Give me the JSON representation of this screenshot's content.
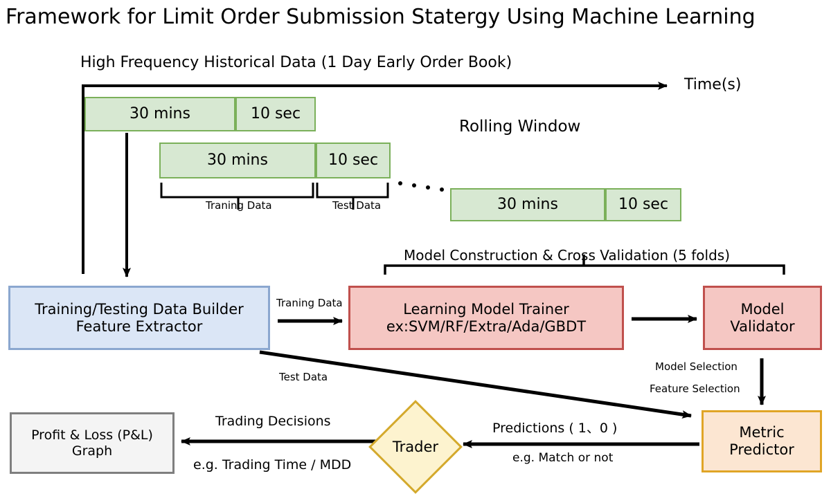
{
  "title": "Framework for Limit Order Submission Statergy Using Machine Learning",
  "timeline": {
    "data_source_label": "High Frequency Historical Data (1 Day Early Order Book)",
    "axis_label": "Time(s)",
    "rolling_window_label": "Rolling Window",
    "ellipsis": ". . . .",
    "windows": [
      {
        "train_label": "30 mins",
        "test_label": "10 sec"
      },
      {
        "train_label": "30 mins",
        "test_label": "10 sec"
      },
      {
        "train_label": "30 mins",
        "test_label": "10 sec"
      }
    ],
    "bracket_labels": {
      "training": "Traning Data",
      "test": "Test Data"
    }
  },
  "pipeline": {
    "cross_validation_label": "Model Construction & Cross Validation (5 folds)",
    "builder": {
      "line1": "Training/Testing Data Builder",
      "line2": "Feature Extractor"
    },
    "trainer": {
      "line1": "Learning Model Trainer",
      "line2": "ex:SVM/RF/Extra/Ada/GBDT"
    },
    "validator": {
      "line1": "Model",
      "line2": "Validator"
    },
    "metric_predictor": {
      "line1": "Metric",
      "line2": "Predictor"
    },
    "trader": {
      "label": "Trader"
    },
    "pnl": {
      "line1": "Profit & Loss (P&L)",
      "line2": "Graph"
    }
  },
  "edges": {
    "training_data_to_trainer": "Traning Data",
    "test_data_to_predictor": "Test Data",
    "model_selection": "Model Selection",
    "feature_selection": "Feature Selection",
    "predictions": "Predictions ( 1、0 )",
    "predictions_example": "e.g. Match or not",
    "trading_decisions": "Trading Decisions",
    "trading_decisions_example": "e.g. Trading Time / MDD"
  },
  "colors": {
    "green_fill": "#d7e8d2",
    "green_border": "#7bb05a",
    "blue_fill": "#dbe6f6",
    "blue_border": "#8ba7cf",
    "pink_fill": "#f5c7c3",
    "pink_border": "#c0504d",
    "orange_fill": "#fce6d2",
    "orange_border": "#e0a526",
    "yellow_fill": "#fdf3cf",
    "yellow_border": "#d4a92c",
    "gray_fill": "#f4f4f4",
    "gray_border": "#7f7f7f",
    "stroke": "#000000"
  }
}
